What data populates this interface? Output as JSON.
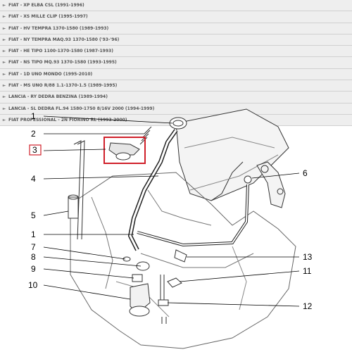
{
  "applications": [
    {
      "label": "FIAT - XP ELBA CSL (1991-1996)"
    },
    {
      "label": "FIAT - XS MILLE CLIP (1995-1997)"
    },
    {
      "label": "FIAT - HV TEMPRA 1370-1580 (1989-1993)"
    },
    {
      "label": "FIAT - NY TEMPRA MAQ.93 1370-1580 ('93-'96)"
    },
    {
      "label": "FIAT - HE TIPO 1100-1370-1580 (1987-1993)"
    },
    {
      "label": "FIAT - NS TIPO MQ.93 1370-1580 (1993-1995)"
    },
    {
      "label": "FIAT - 1D UNO MONDO (1995-2010)"
    },
    {
      "label": "FIAT - MS UNO R/88 1.1-1370-1.5 (1989-1995)"
    },
    {
      "label": "LANCIA - RY DEDRA BENZINA (1989-1994)"
    },
    {
      "label": "LANCIA - SL DEDRA FL.94 1580-1750 8/16V 2000 (1994-1999)"
    },
    {
      "label": "FIAT PROFESSIONAL - 2N FIORINO RL (1993-2000)"
    }
  ],
  "diagram": {
    "callouts": [
      "1",
      "2",
      "3",
      "4",
      "5",
      "1",
      "6",
      "7",
      "8",
      "9",
      "10",
      "13",
      "11",
      "12"
    ],
    "highlight_color": "#d0202a"
  }
}
